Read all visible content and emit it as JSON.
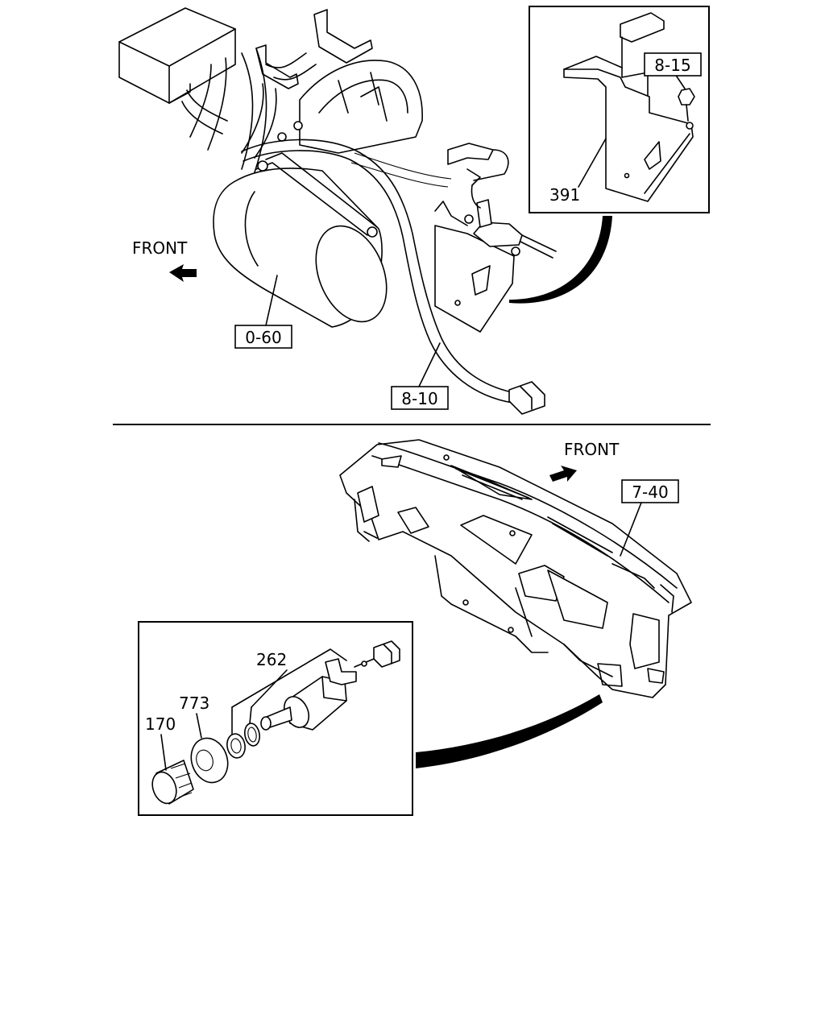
{
  "top_diagram": {
    "front_label": "FRONT",
    "callouts": {
      "motor": "0-60",
      "harness": "8-10",
      "bolt": "8-15",
      "bracket": "391"
    }
  },
  "bottom_diagram": {
    "front_label": "FRONT",
    "callouts": {
      "instrument_panel": "7-40",
      "switch_assembly": "262",
      "washer": "773",
      "knob": "170"
    }
  }
}
